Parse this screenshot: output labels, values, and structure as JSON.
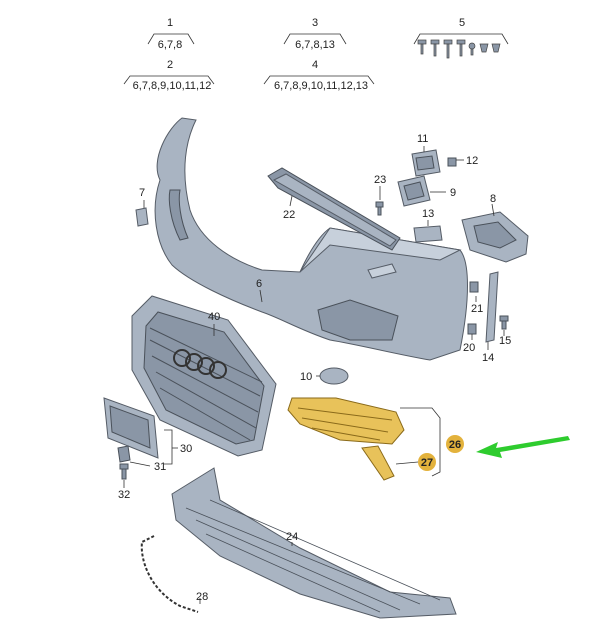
{
  "labels": {
    "l1": "1",
    "l1s": "6,7,8",
    "l2": "2",
    "l2s": "6,7,8,9,10,11,12",
    "l3": "3",
    "l3s": "6,7,8,13",
    "l4": "4",
    "l4s": "6,7,8,9,10,11,12,13",
    "l5": "5",
    "l6": "6",
    "l7": "7",
    "l8": "8",
    "l9": "9",
    "l10": "10",
    "l11": "11",
    "l12": "12",
    "l13": "13",
    "l14": "14",
    "l15": "15",
    "l20": "20",
    "l21": "21",
    "l22": "22",
    "l23": "23",
    "l24": "24",
    "l26": "26",
    "l27": "27",
    "l28": "28",
    "l30": "30",
    "l31": "31",
    "l32": "32",
    "l40": "40"
  },
  "colors": {
    "highlight": "#e8c25a",
    "badge": "#e3b23c",
    "arrow": "#2ecc2e"
  }
}
